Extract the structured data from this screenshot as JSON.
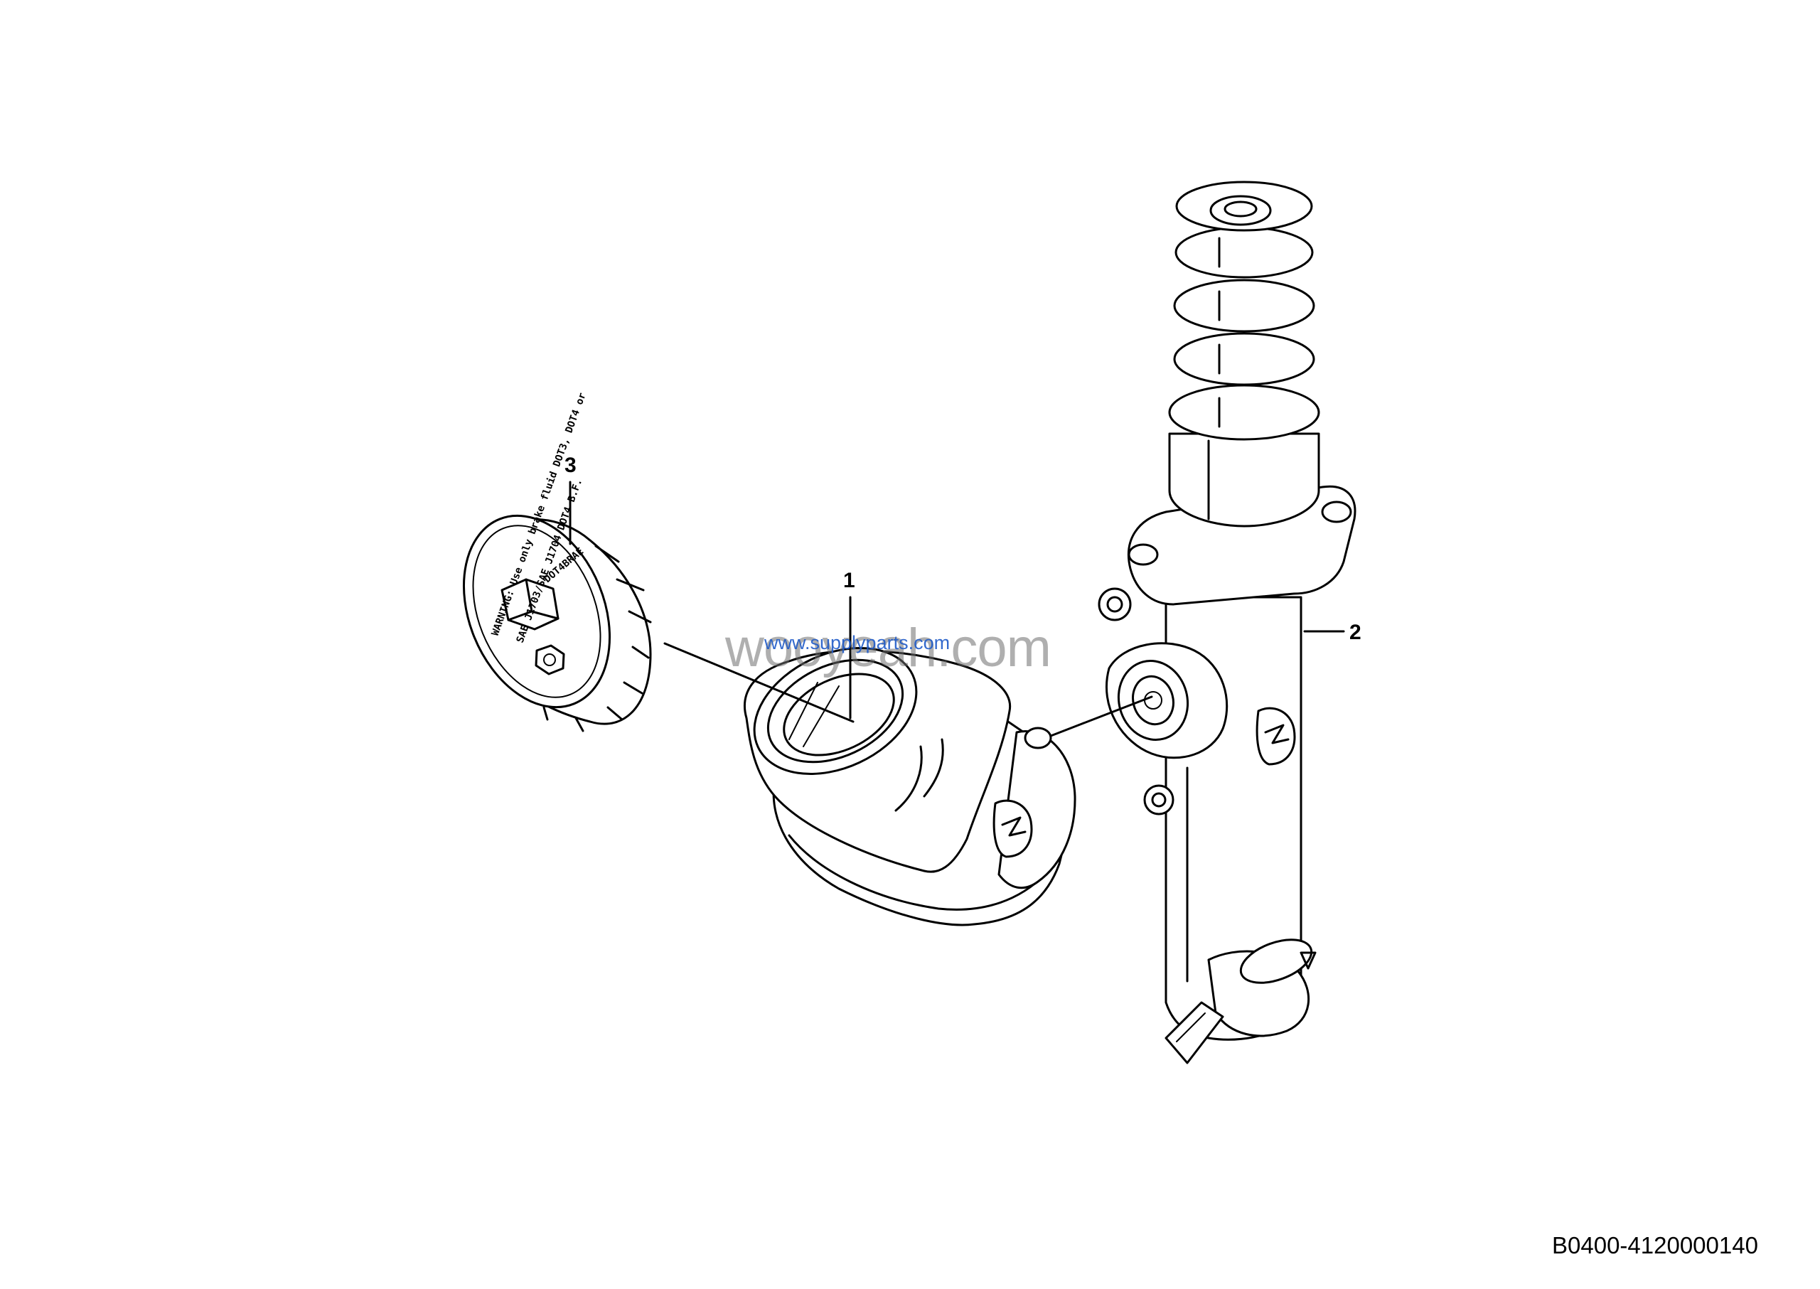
{
  "diagram": {
    "callouts": [
      {
        "id": "callout-1",
        "label": "1"
      },
      {
        "id": "callout-2",
        "label": "2"
      },
      {
        "id": "callout-3",
        "label": "3"
      }
    ],
    "figure_id": "B0400-4120000140",
    "watermark": {
      "main": "wooyeah.com",
      "sub": "www.supplyparts.com"
    },
    "cap_text": {
      "line1": "WARNING: Use only brake fluid DOT3, DOT4 or",
      "line2": "SAE J1703/SAE J1704 DOT4 B.F.",
      "line3": "DOT4BRAE"
    }
  }
}
